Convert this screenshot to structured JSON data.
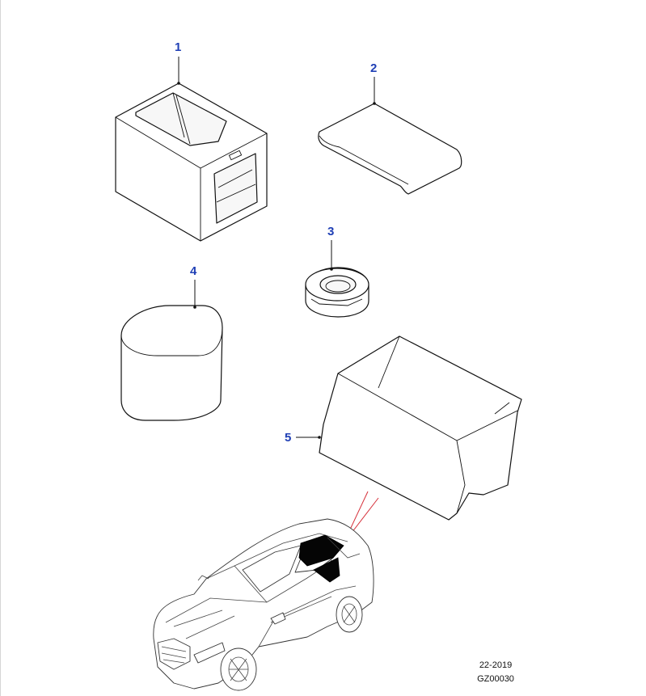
{
  "callouts": {
    "c1": "1",
    "c2": "2",
    "c3": "3",
    "c4": "4",
    "c5": "5"
  },
  "footer": {
    "date": "22-2019",
    "code": "GZ00030"
  },
  "colors": {
    "callout": "#1f3fb5",
    "highlight_pointer": "#d6303a",
    "outline": "#111111"
  }
}
